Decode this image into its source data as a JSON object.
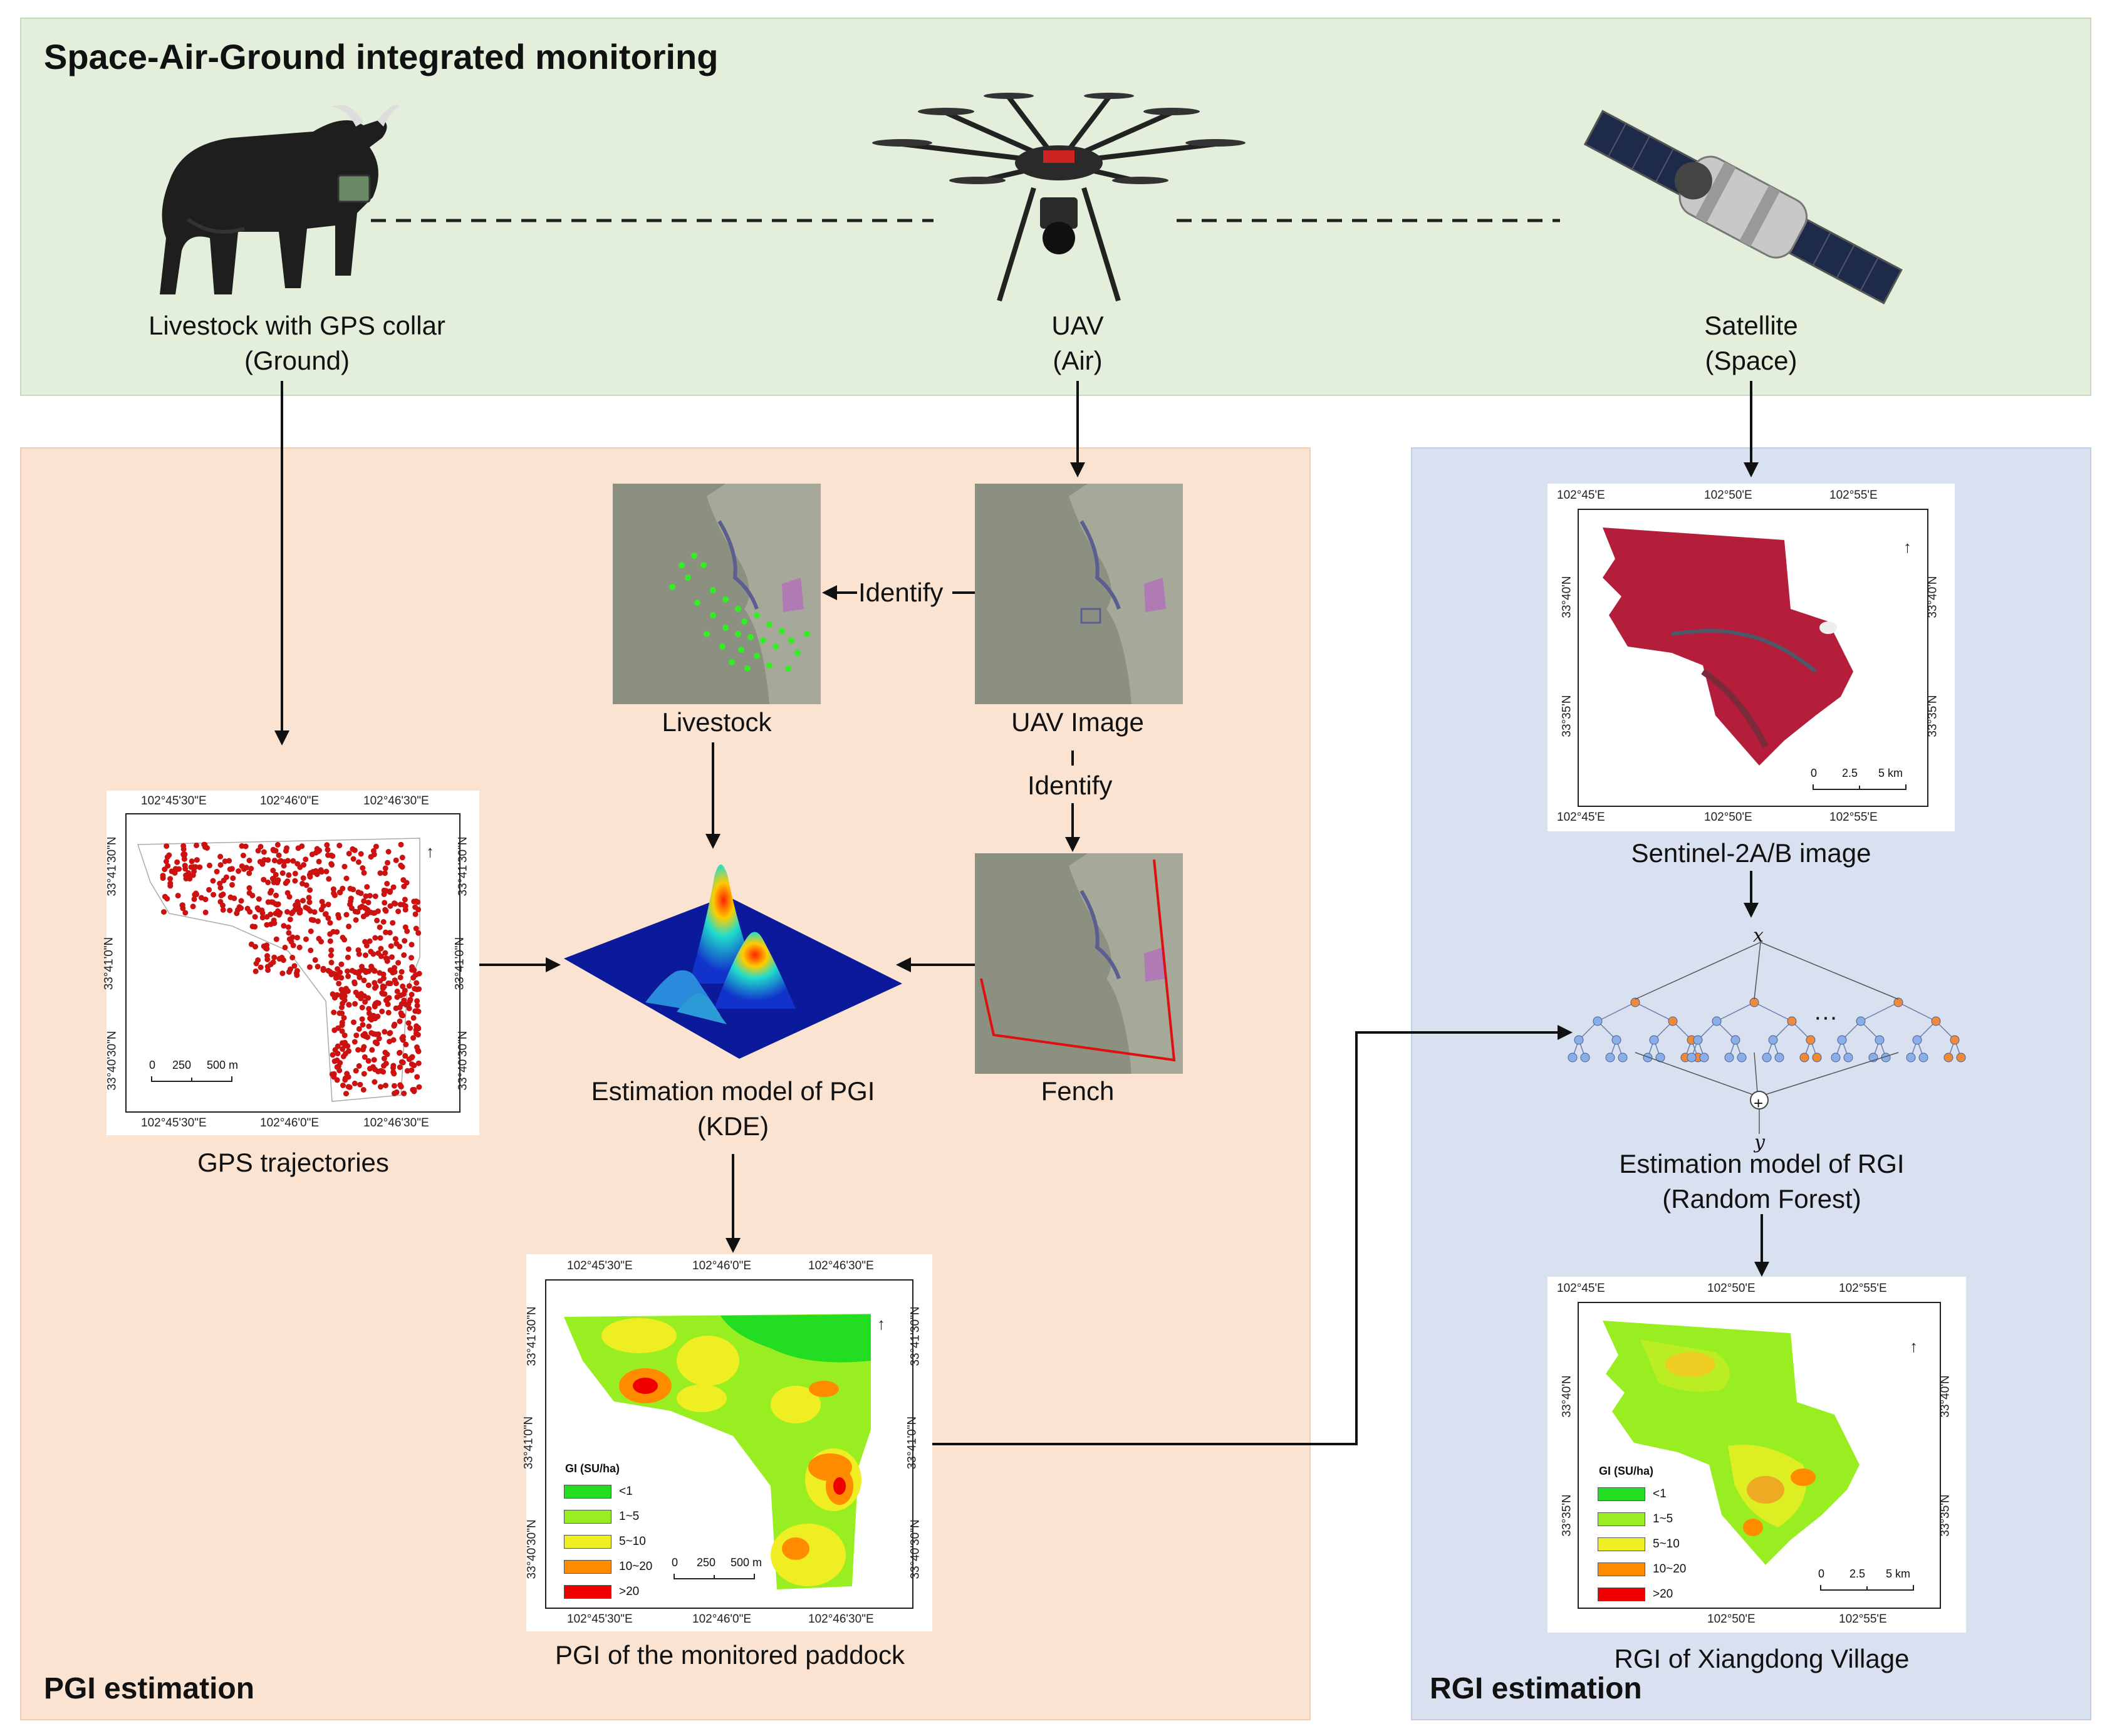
{
  "title": "Space-Air-Ground integrated monitoring",
  "sections": {
    "pgi": "PGI estimation",
    "rgi": "RGI estimation"
  },
  "platforms": {
    "ground": {
      "line1": "Livestock with GPS collar",
      "line2": "(Ground)"
    },
    "air": {
      "line1": "UAV",
      "line2": "(Air)"
    },
    "space": {
      "line1": "Satellite",
      "line2": "(Space)"
    }
  },
  "labels": {
    "livestock": "Livestock",
    "uav_image": "UAV Image",
    "identify_1": "Identify",
    "identify_2": "Identify",
    "fench": "Fench",
    "gps_traj": "GPS trajectories",
    "pgi_model_1": "Estimation model of PGI",
    "pgi_model_2": "(KDE)",
    "pgi_map": "PGI of the monitored paddock",
    "sentinel": "Sentinel-2A/B image",
    "rgi_model_1": "Estimation model of RGI",
    "rgi_model_2": "(Random Forest)",
    "rgi_map": "RGI of  Xiangdong Village"
  },
  "rf": {
    "input": "x",
    "output": "y",
    "ellipsis": "···",
    "sum": "+"
  },
  "gps_map": {
    "top_ticks": [
      "102°45'30\"E",
      "102°46'0\"E",
      "102°46'30\"E"
    ],
    "left_ticks": [
      "33°41'30\"N",
      "33°41'0\"N",
      "33°40'30\"N"
    ],
    "scale": [
      "0",
      "250",
      "500 m"
    ]
  },
  "pgi_map_data": {
    "top_ticks": [
      "102°45'30\"E",
      "102°46'0\"E",
      "102°46'30\"E"
    ],
    "left_ticks": [
      "33°41'30\"N",
      "33°41'0\"N",
      "33°40'30\"N"
    ],
    "scale": [
      "0",
      "250",
      "500 m"
    ]
  },
  "sat_map": {
    "top_ticks": [
      "102°45'E",
      "102°50'E",
      "102°55'E"
    ],
    "left_ticks": [
      "33°40'N",
      "33°35'N"
    ],
    "scale": [
      "0",
      "2.5",
      "5 km"
    ]
  },
  "rgi_map_data": {
    "top_ticks": [
      "102°45'E",
      "102°50'E",
      "102°55'E"
    ],
    "left_ticks": [
      "33°40'N",
      "33°35'N"
    ],
    "scale": [
      "0",
      "2.5",
      "5 km"
    ]
  },
  "legend": {
    "title": "GI (SU/ha)",
    "items": [
      {
        "label": "<1",
        "color": "#22dd22"
      },
      {
        "label": "1~5",
        "color": "#99ee22"
      },
      {
        "label": "5~10",
        "color": "#eeee22"
      },
      {
        "label": "10~20",
        "color": "#ff8c00"
      },
      {
        "label": ">20",
        "color": "#ee0000"
      }
    ]
  },
  "north": "N",
  "colors": {
    "top_panel": "#e3eedb",
    "pgi_panel": "#fbe3d2",
    "rgi_panel": "#d9e0f0"
  }
}
